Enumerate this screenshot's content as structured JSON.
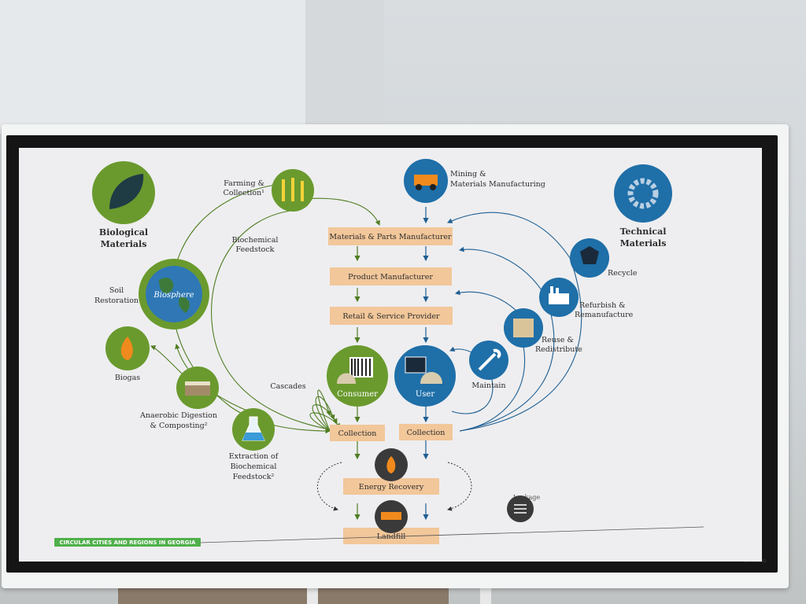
{
  "biological": {
    "title_line1": "Biological",
    "title_line2": "Materials",
    "farming_line1": "Farming &",
    "farming_line2": "Collection¹",
    "biochemical_line1": "Biochemical",
    "biochemical_line2": "Feedstock",
    "soil_line1": "Soil",
    "soil_line2": "Restoration",
    "biosphere": "Biosphere",
    "biogas": "Biogas",
    "anaerobic_line1": "Anaerobic Digestion",
    "anaerobic_line2": "& Composting²",
    "cascades": "Cascades",
    "extraction_line1": "Extraction of",
    "extraction_line2": "Biochemical",
    "extraction_line3": "Feedstock²"
  },
  "technical": {
    "title_line1": "Technical",
    "title_line2": "Materials",
    "mining_line1": "Mining &",
    "mining_line2": "Materials Manufacturing",
    "recycle": "Recycle",
    "refurbish_line1": "Refurbish &",
    "refurbish_line2": "Remanufacture",
    "reuse_line1": "Reuse &",
    "reuse_line2": "Redistribute",
    "maintain": "Maintain"
  },
  "flow": {
    "materials_parts": "Materials & Parts Manufacturer",
    "product": "Product Manufacturer",
    "retail": "Retail & Service Provider",
    "consumer": "Consumer",
    "user": "User",
    "collection_left": "Collection",
    "collection_right": "Collection",
    "energy_recovery": "Energy Recovery",
    "landfill": "Landfill",
    "leakage": "Leakage"
  },
  "footer": {
    "label": "CIRCULAR CITIES AND REGIONS IN GEORGIA"
  },
  "brand": "SAMSUNG",
  "colors": {
    "green": "#6a9a2e",
    "blue": "#1f6fa8",
    "box": "#f2c79a",
    "dark": "#3a3a3a"
  }
}
